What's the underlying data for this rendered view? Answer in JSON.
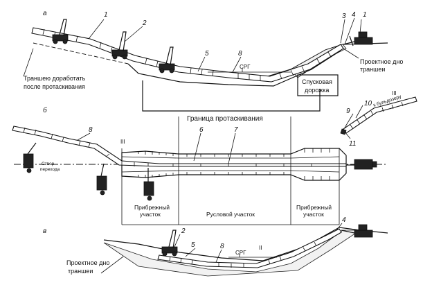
{
  "panels": {
    "a": "а",
    "b": "б",
    "c": "в"
  },
  "labels": {
    "trench_rework": "Траншею доработать",
    "after_pulling": "после протаскивания",
    "design_bottom_1": "Проектное дно",
    "trench_1": "траншеи",
    "pull_border": "Граница протаскивания",
    "launch_1": "Спусковая",
    "launch_2": "дорожка",
    "srg_a": "СРГ",
    "srg_c": "СРГ",
    "to_bulldozer": "к бульдозеру",
    "crossing_axis_1": "Створ",
    "crossing_axis_2": "перехода",
    "shore_left_1": "Прибрежный",
    "shore_left_2": "участок",
    "channel": "Русловой участок",
    "shore_right_1": "Прибрежный",
    "shore_right_2": "участок",
    "design_bottom_2": "Проектное дно",
    "trench_2": "траншеи",
    "roman_III_a": "III",
    "roman_III_b": "III",
    "roman_II": "II"
  },
  "numbers": {
    "a_1": "1",
    "a_2": "2",
    "a_3": "3",
    "a_4": "4",
    "a_5": "5",
    "a_8": "8",
    "b_6": "6",
    "b_7": "7",
    "b_8": "8",
    "b_9": "9",
    "b_10": "10",
    "b_11": "11",
    "c_2": "2",
    "c_4": "4",
    "c_5": "5",
    "c_8": "8"
  }
}
